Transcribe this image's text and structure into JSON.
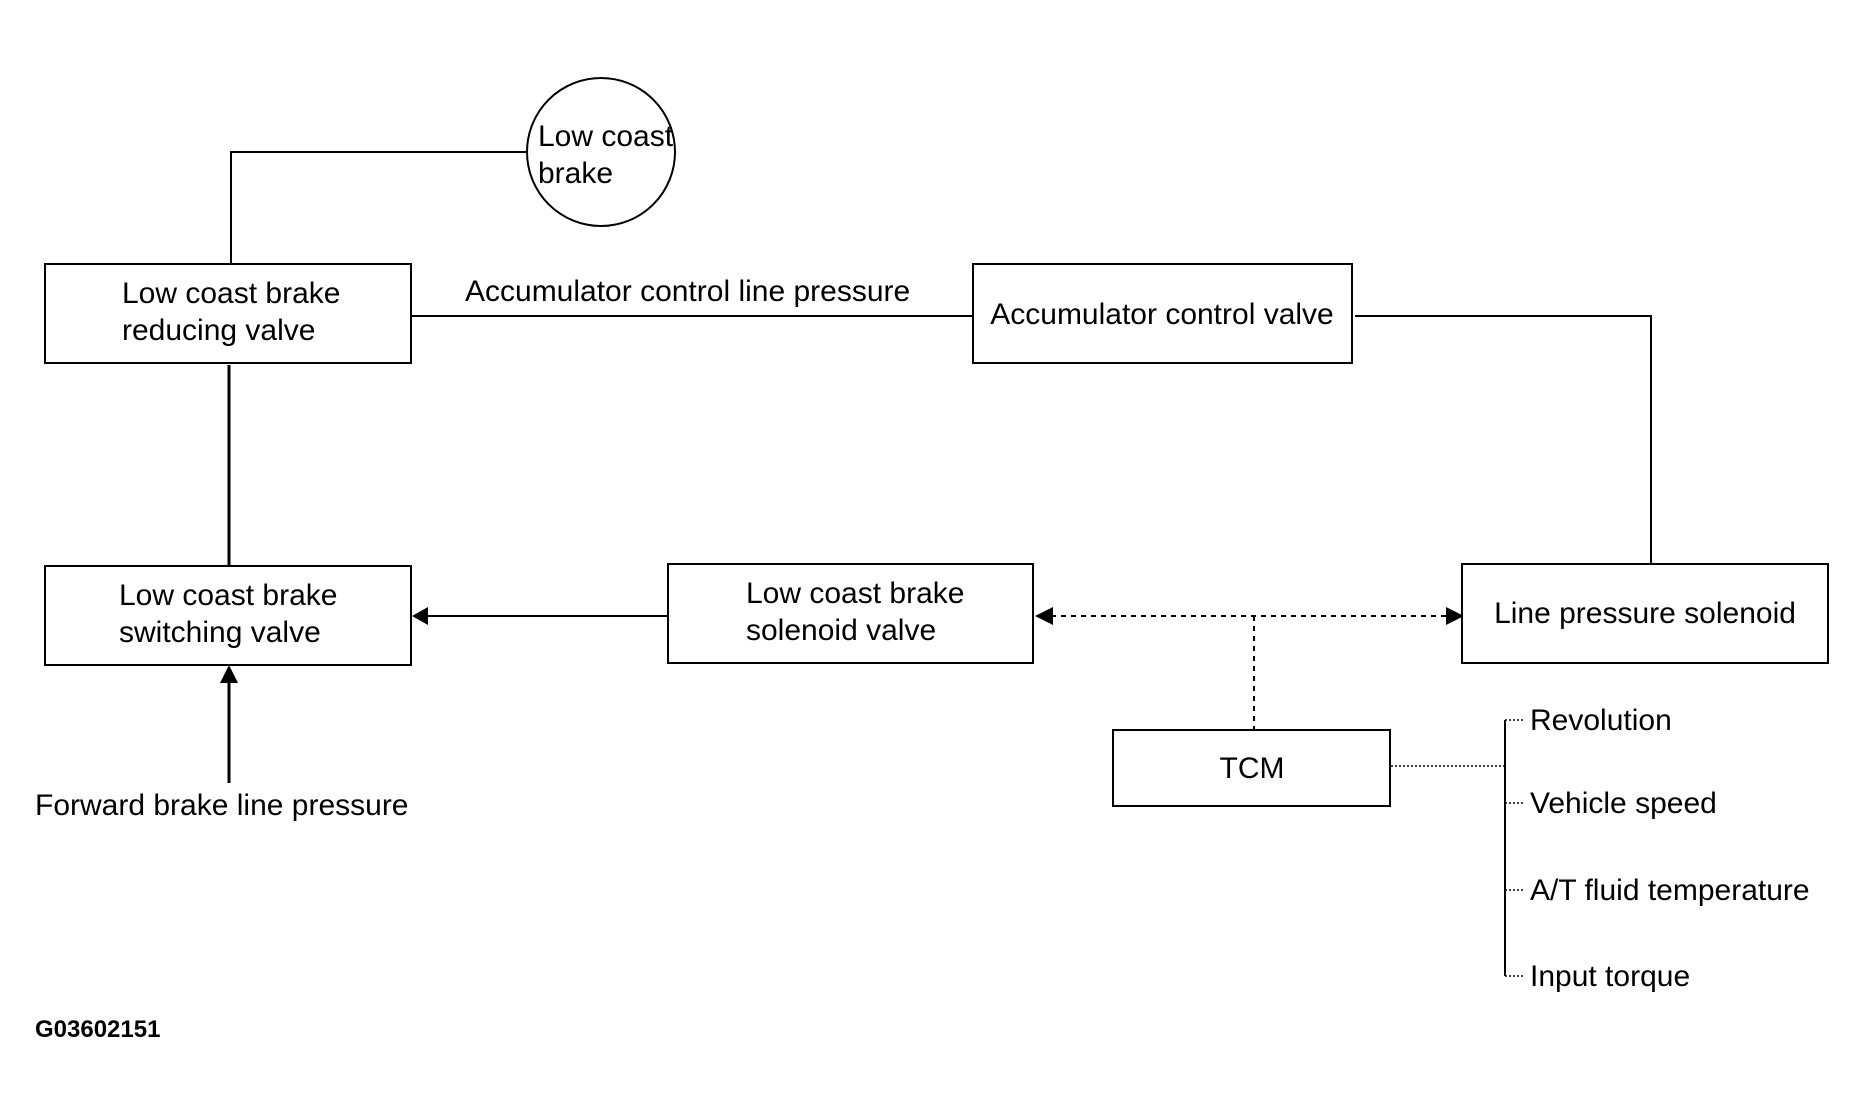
{
  "diagram": {
    "line_color": "#000000",
    "background": "#ffffff",
    "nodes": {
      "low_coast_brake": [
        "Low coast",
        "brake"
      ],
      "reducing_valve": [
        "Low coast brake",
        "reducing valve"
      ],
      "accumulator_control_valve": [
        "Accumulator control valve"
      ],
      "switching_valve": [
        "Low coast brake",
        "switching valve"
      ],
      "solenoid_valve": [
        "Low coast brake",
        "solenoid valve"
      ],
      "line_pressure_solenoid": [
        "Line pressure solenoid"
      ],
      "tcm": [
        "TCM"
      ]
    },
    "edge_labels": {
      "accumulator_control_line_pressure": "Accumulator control line pressure",
      "forward_brake_line_pressure": "Forward brake line pressure"
    },
    "tcm_inputs": [
      "Revolution",
      "Vehicle speed",
      "A/T fluid temperature",
      "Input torque"
    ],
    "figure_code": "G03602151"
  }
}
